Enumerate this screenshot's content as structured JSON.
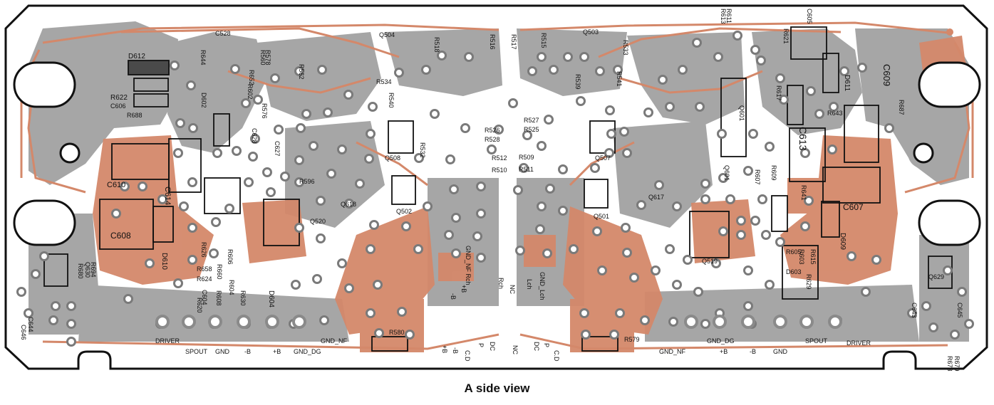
{
  "caption": "A side view",
  "colors": {
    "copper": "#d4886a",
    "gray": "#a6a6a6",
    "outline": "#111111",
    "silk": "#111111"
  },
  "labels": {
    "q504": "Q504",
    "r518": "R518",
    "r516": "R516",
    "r517": "R517",
    "r515": "R515",
    "q503": "Q503",
    "r533": "R533",
    "r611": "R611",
    "r613": "R613",
    "r621": "R621",
    "c605": "C605",
    "d612": "D612",
    "c528": "C528",
    "r644": "R644",
    "r578": "R578",
    "r560": "R560",
    "r652": "R652",
    "r602": "R602",
    "r562": "R562",
    "r622": "R622",
    "c606": "C606",
    "d602": "D602",
    "r576": "R576",
    "r534": "R534",
    "r539": "R539",
    "r541": "R541",
    "r617": "R617",
    "d611": "D611",
    "c609": "C609",
    "r540": "R540",
    "r643": "R643",
    "r688": "R688",
    "c628": "C628",
    "c627": "C627",
    "r687": "R687",
    "r527": "R527",
    "r525": "R525",
    "r526": "R526",
    "r528": "R528",
    "q601": "Q601",
    "c613": "C613",
    "c610": "C610",
    "c614": "C614",
    "q508": "Q508",
    "r532": "R532",
    "r512": "R512",
    "r510": "R510",
    "r509": "R509",
    "r511": "R511",
    "q507": "Q507",
    "q601b": "Q601",
    "r609": "R609",
    "r607": "R607",
    "r596": "R596",
    "q502": "Q502",
    "q501": "Q501",
    "q617": "Q617",
    "r641": "R641",
    "c607": "C607",
    "c608": "C608",
    "q618": "Q618",
    "q520": "Q520",
    "d609": "D609",
    "d610": "D610",
    "r626": "R626",
    "r606": "R606",
    "q630": "Q630",
    "r694": "R694",
    "r680": "R680",
    "r658": "R658",
    "r624": "R624",
    "c604": "C604",
    "r620": "R620",
    "r608": "R608",
    "r660": "R660",
    "r604": "R604",
    "r630": "R630",
    "d604": "D604",
    "q519": "Q519",
    "r605": "R605",
    "d603": "D603",
    "r603": "R603",
    "r615": "R615",
    "r629": "R629",
    "q629": "Q629",
    "c643": "C643",
    "c645": "C645",
    "c644": "C644",
    "c646": "C646",
    "r580": "R580",
    "r579": "R579",
    "r679": "R679",
    "r673": "R673"
  },
  "connector_labels": {
    "pB": "+B",
    "mB": "-B",
    "gnd_nf_rch": "GND_NF Rch",
    "rch": "Rch",
    "nc_top": "NC",
    "lch": "Lch",
    "gnd_nf_lch": "GND_Lch",
    "pB2": "+B",
    "mB2": "-B",
    "cd_l": "C.D",
    "p_l": "P",
    "dc_l": "DC",
    "nc_bot": "NC",
    "dc_r": "DC",
    "p_r": "P",
    "cd_r": "C.D"
  },
  "edge_labels": {
    "driver_l": "DRIVER",
    "spout_l": "SPOUT",
    "gnd_l": "GND",
    "minus_b_l": "-B",
    "plus_b_l": "+B",
    "gnd_dg_l": "GND_DG",
    "gnd_nf_l": "GND_NF",
    "gnd_nf_r": "GND_NF",
    "gnd_dg_r": "GND_DG",
    "plus_b_r": "+B",
    "minus_b_r": "-B",
    "gnd_r": "GND",
    "spout_r": "SPOUT",
    "driver_r": "DRIVER"
  }
}
